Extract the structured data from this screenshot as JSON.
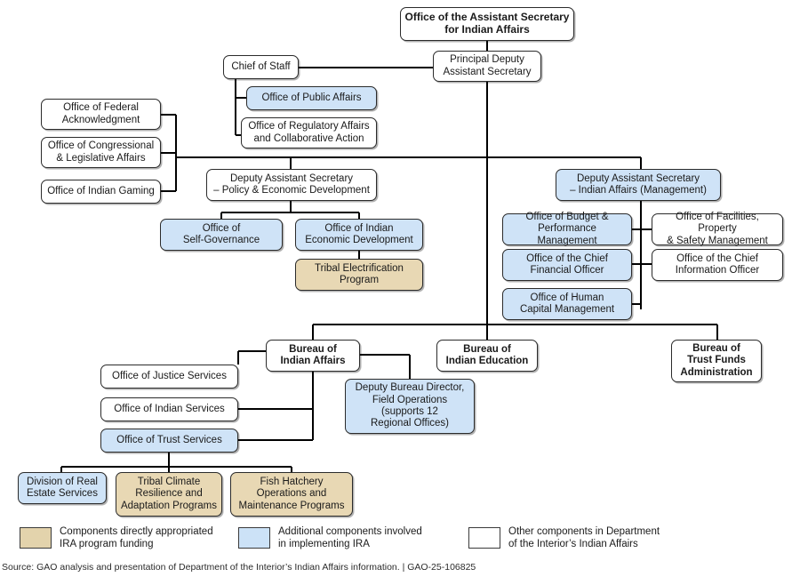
{
  "chart_data": {
    "type": "diagram",
    "title": "Office of the Assistant Secretary for Indian Affairs organizational chart",
    "legend_position": "bottom"
  },
  "nodes": {
    "assistant_secretary": "Office of the Assistant Secretary\nfor Indian Affairs",
    "principal_deputy": "Principal Deputy\nAssistant Secretary",
    "chief_of_staff": "Chief of Staff",
    "public_affairs": "Office of Public Affairs",
    "regulatory_affairs": "Office of Regulatory Affairs\nand Collaborative Action",
    "federal_acknowledgment": "Office of Federal\nAcknowledgment",
    "congressional_legislative": "Office of Congressional\n& Legislative Affairs",
    "indian_gaming": "Office of Indian Gaming",
    "das_policy": "Deputy Assistant Secretary\n– Policy & Economic Development",
    "self_governance": "Office of\nSelf-Governance",
    "indian_economic_dev": "Office of Indian\nEconomic Development",
    "tribal_electrification": "Tribal Electrification\nProgram",
    "das_management": "Deputy Assistant Secretary\n– Indian Affairs (Management)",
    "budget_performance": "Office of Budget &\nPerformance Management",
    "chief_financial": "Office of the Chief\nFinancial Officer",
    "human_capital": "Office of Human\nCapital Management",
    "facilities_property": "Office of Facilities, Property\n& Safety Management",
    "chief_information": "Office of the Chief\nInformation Officer",
    "bureau_indian_affairs": "Bureau of\nIndian Affairs",
    "bureau_indian_education": "Bureau of\nIndian Education",
    "bureau_trust_funds": "Bureau of\nTrust Funds\nAdministration",
    "justice_services": "Office of Justice Services",
    "indian_services": "Office of Indian Services",
    "trust_services": "Office of Trust Services",
    "deputy_bureau_director": "Deputy Bureau Director,\nField Operations\n(supports 12\nRegional Offices)",
    "real_estate_services": "Division of Real\nEstate Services",
    "tribal_climate": "Tribal Climate\nResilience and\nAdaptation Programs",
    "fish_hatchery": "Fish Hatchery\nOperations and\nMaintenance Programs"
  },
  "legend": {
    "items": [
      {
        "swatch": "tan",
        "label": "Components directly appropriated\nIRA program funding"
      },
      {
        "swatch": "blue",
        "label": "Additional components involved\nin implementing IRA"
      },
      {
        "swatch": "white",
        "label": "Other components in Department\nof the Interior’s Indian Affairs"
      }
    ]
  },
  "footer": {
    "source": "Source: GAO analysis and presentation of Department of the Interior’s Indian Affairs information.  |  GAO-25-106825"
  },
  "colors": {
    "tan": "#e8d8b4",
    "blue": "#cfe3f7",
    "white": "#ffffff",
    "border": "#2b2b2b"
  }
}
